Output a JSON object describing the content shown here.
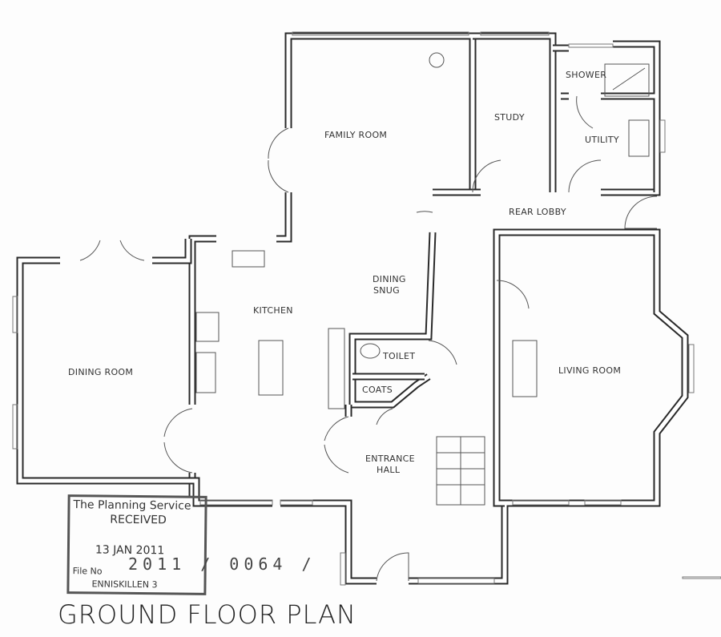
{
  "title": "GROUND FLOOR PLAN",
  "rooms": {
    "family_room": "FAMILY ROOM",
    "study": "STUDY",
    "shower": "SHOWER",
    "utility": "UTILITY",
    "rear_lobby": "REAR LOBBY",
    "dining_snug": [
      "DINING",
      "SNUG"
    ],
    "kitchen": "KITCHEN",
    "dining_room": "DINING ROOM",
    "toilet": "TOILET",
    "coats": "COATS",
    "living_room": "LIVING ROOM",
    "entrance_hall": [
      "ENTRANCE",
      "HALL"
    ]
  },
  "stamp": {
    "line1": "The Planning Service",
    "line2": "RECEIVED",
    "date": "13 JAN 2011",
    "file_label": "File No",
    "office": "ENNISKILLEN 3",
    "file_number": "2011 / 0064 /"
  }
}
